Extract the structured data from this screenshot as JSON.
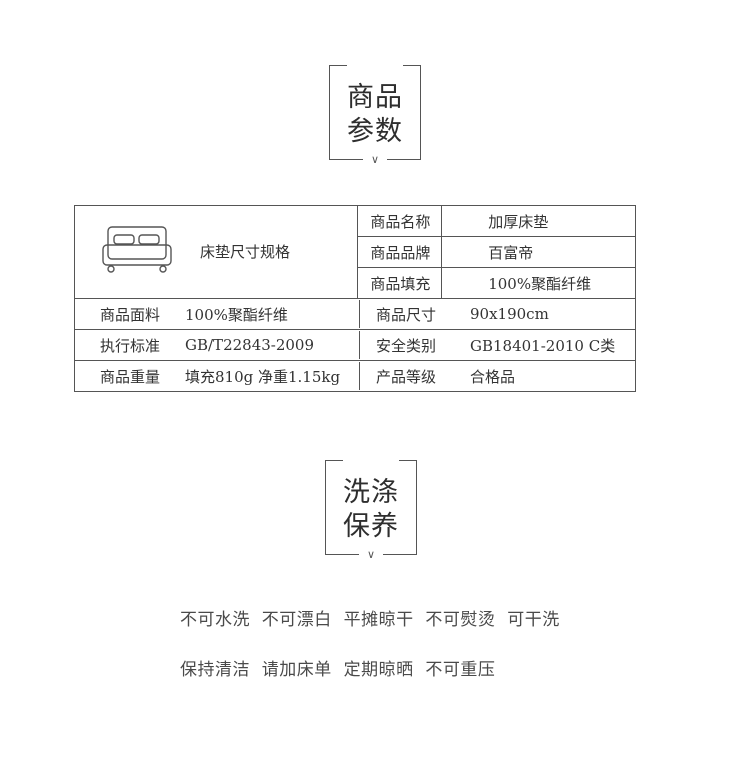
{
  "section1": {
    "title_line1": "商品",
    "title_line2": "参数",
    "chevron": "∨"
  },
  "params": {
    "bed_caption": "床垫尺寸规格",
    "top_rows": [
      {
        "label": "商品名称",
        "value": "加厚床垫"
      },
      {
        "label": "商品品牌",
        "value": "百富帝"
      },
      {
        "label": "商品填充",
        "value": "100%聚酯纤维"
      }
    ],
    "rows": [
      {
        "l1": "商品面料",
        "v1": "100%聚酯纤维",
        "l2": "商品尺寸",
        "v2": "90x190cm"
      },
      {
        "l1": "执行标准",
        "v1": "GB/T22843-2009",
        "l2": "安全类别",
        "v2": "GB18401-2010 C类"
      },
      {
        "l1": "商品重量",
        "v1": "填充810g 净重1.15kg",
        "l2": "产品等级",
        "v2": "合格品"
      }
    ]
  },
  "section2": {
    "title_line1": "洗涤",
    "title_line2": "保养",
    "chevron": "∨"
  },
  "care": {
    "line1": "不可水洗  不可漂白  平摊晾干  不可熨烫  可干洗",
    "line2": "保持清洁  请加床单  定期晾晒  不可重压"
  }
}
